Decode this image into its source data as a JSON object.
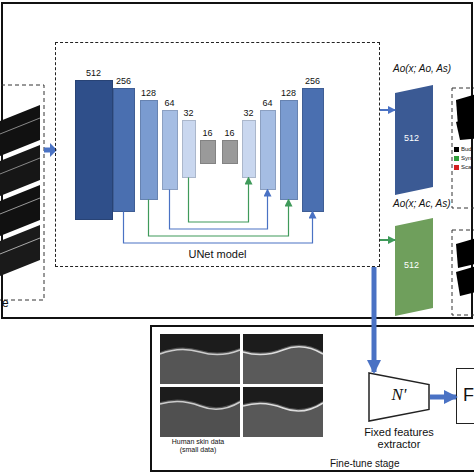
{
  "diagram": {
    "nodes": [
      {
        "text": [
          "UNet model"
        ]
      },
      {
        "text": [
          "512"
        ],
        "in": 0
      },
      {
        "text": [
          "256"
        ],
        "in": 0
      },
      {
        "text": [
          "128"
        ],
        "in": 0
      },
      {
        "text": [
          "64"
        ],
        "in": 0
      },
      {
        "text": [
          "32"
        ],
        "in": 0
      },
      {
        "text": [
          "16"
        ],
        "in": 0
      },
      {
        "text": [
          "16"
        ],
        "in": 0
      },
      {
        "text": [
          "32"
        ],
        "in": 0
      },
      {
        "text": [
          "64"
        ],
        "in": 0
      },
      {
        "text": [
          "128"
        ],
        "in": 0
      },
      {
        "text": [
          "256"
        ],
        "in": 0
      },
      {
        "text": [
          "Ao(x; Ao, As)",
          "512"
        ]
      },
      {
        "text": [
          "Ao(x; Ac, As)",
          "512"
        ]
      },
      {
        "text": [
          "Fine-tune stage"
        ]
      },
      {
        "text": [
          "Human skin data (small data)"
        ],
        "in": 14
      },
      {
        "text": [
          "N'",
          "Fixed features extractor"
        ],
        "in": 14
      },
      {
        "text": [
          "F"
        ],
        "in": 14
      }
    ],
    "edges": [
      {
        "from": 0,
        "to": 12,
        "arrow": "to"
      },
      {
        "from": 0,
        "to": 13,
        "arrow": "to"
      },
      {
        "from": 2,
        "to": 11,
        "arrow": "to"
      },
      {
        "from": 3,
        "to": 10,
        "arrow": "to"
      },
      {
        "from": 4,
        "to": 9,
        "arrow": "to"
      },
      {
        "from": 5,
        "to": 8,
        "arrow": "to"
      },
      {
        "from": 0,
        "to": 16,
        "arrow": "to"
      },
      {
        "from": 16,
        "to": 17,
        "arrow": "to"
      }
    ],
    "labels": [
      "e"
    ],
    "legend": [
      {
        "text": "Bud",
        "color": "#000000"
      },
      {
        "text": "Syn",
        "color": "#2e9e3a"
      },
      {
        "text": "Scal",
        "color": "#d42020"
      }
    ]
  }
}
